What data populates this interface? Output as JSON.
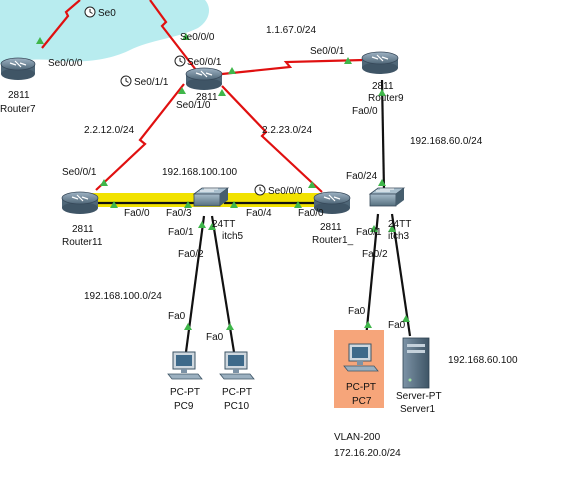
{
  "colors": {
    "cloud": "#b8ecef",
    "serial_link": "#e01010",
    "ethernet_link": "#111111",
    "port_up": "#3fb64a",
    "highlight": "#f2e200",
    "pc_highlight": "#f6a57a"
  },
  "devices": {
    "router7": {
      "model": "2811",
      "name": "Router7",
      "icon": "router-icon"
    },
    "router_center": {
      "model": "2811",
      "icon": "router-icon"
    },
    "router9": {
      "model": "2811",
      "name": "Router9",
      "icon": "router-icon"
    },
    "router11": {
      "model": "2811",
      "name": "Router11",
      "icon": "router-icon"
    },
    "router1x": {
      "model": "2811",
      "name": "Router1_",
      "icon": "router-icon"
    },
    "switch5": {
      "model": "24TT",
      "name": "itch5",
      "icon": "switch-icon"
    },
    "switch3": {
      "model": "24TT",
      "name": "itch3",
      "icon": "switch-icon"
    },
    "pc9": {
      "type": "PC-PT",
      "name": "PC9",
      "icon": "pc-icon"
    },
    "pc10": {
      "type": "PC-PT",
      "name": "PC10",
      "icon": "pc-icon"
    },
    "pc7": {
      "type": "PC-PT",
      "name": "PC7",
      "icon": "pc-icon"
    },
    "server1": {
      "type": "Server-PT",
      "name": "Server1",
      "icon": "server-icon"
    }
  },
  "ports": {
    "r7_se000": "Se0/0/0",
    "top_se0": "Se0",
    "rc_se000": "Se0/0/0",
    "rc_se001": "Se0/0/1",
    "rc_se011": "Se0/1/1",
    "rc_se010": "Se0/1/0",
    "r9_se001": "Se0/0/1",
    "r9_fa00": "Fa0/0",
    "r11_se001": "Se0/0/1",
    "r11_fa00": "Fa0/0",
    "s5_fa03": "Fa0/3",
    "s5_fa04": "Fa0/4",
    "s5_fa01": "Fa0/1",
    "s5_fa02": "Fa0/2",
    "r1x_se000": "Se0/0/0",
    "r1x_fa00": "Fa0/0",
    "s3_fa024": "Fa0/24",
    "s3_fa01": "Fa0/1",
    "s3_fa02": "Fa0/2",
    "pc9_fa0": "Fa0",
    "pc10_fa0": "Fa0",
    "pc7_fa0": "Fa0",
    "srv_fa0": "Fa0"
  },
  "networks": {
    "net_1_1_67": "1.1.67.0/24",
    "net_2_2_12": "2.2.12.0/24",
    "net_2_2_23": "2.2.23.0/24",
    "net_192_100": "192.168.100.100",
    "net_192_100_lan": "192.168.100.0/24",
    "net_192_60": "192.168.60.0/24",
    "net_192_60_srv": "192.168.60.100",
    "vlan_name": "VLAN-200",
    "vlan_net": "172.16.20.0/24"
  }
}
